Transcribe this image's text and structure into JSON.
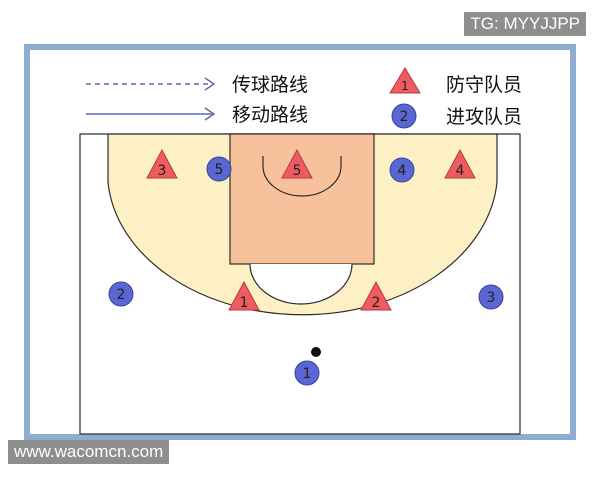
{
  "legend": {
    "pass_route_label": "传球路线",
    "move_route_label": "移动路线",
    "defender_label": "防守队员",
    "attacker_label": "进攻队员",
    "defender_marker": "1",
    "attacker_marker": "2"
  },
  "defenders": [
    "3",
    "5",
    "4",
    "1",
    "2"
  ],
  "attackers": [
    "5",
    "4",
    "2",
    "3",
    "1"
  ],
  "watermarks": {
    "top": "TG: MYYJJPP",
    "bottom": "www.wacomcn.com"
  },
  "colors": {
    "frame": "#8fadd1",
    "court": "#ffffff",
    "arc_fill": "#fdf0c5",
    "key_fill": "#f7c29b",
    "line": "#2b2b2b",
    "defender_fill": "#ee5c61",
    "attacker_fill": "#5a66d2",
    "watermark_bg": "#8e8e8e"
  }
}
